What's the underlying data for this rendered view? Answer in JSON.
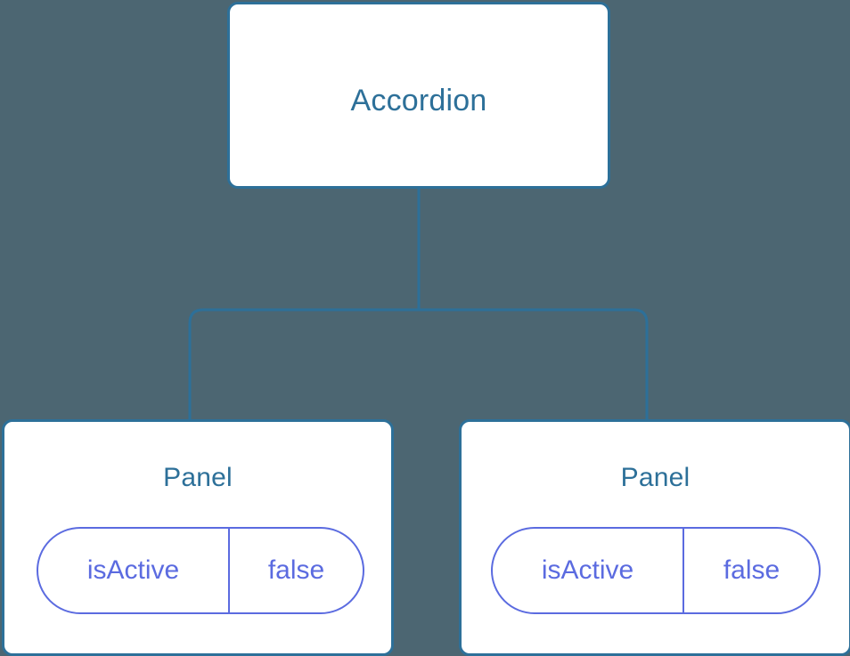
{
  "diagram": {
    "type": "component-tree",
    "background_color": "#4c6672",
    "node_border_color": "#2d7099",
    "node_fill_color": "#ffffff",
    "title_text_color": "#2d7099",
    "state_accent_color": "#5b6be0",
    "connector_color": "#2d7099"
  },
  "root": {
    "label": "Accordion"
  },
  "children": [
    {
      "label": "Panel",
      "state": {
        "key": "isActive",
        "value": "false"
      }
    },
    {
      "label": "Panel",
      "state": {
        "key": "isActive",
        "value": "false"
      }
    }
  ]
}
